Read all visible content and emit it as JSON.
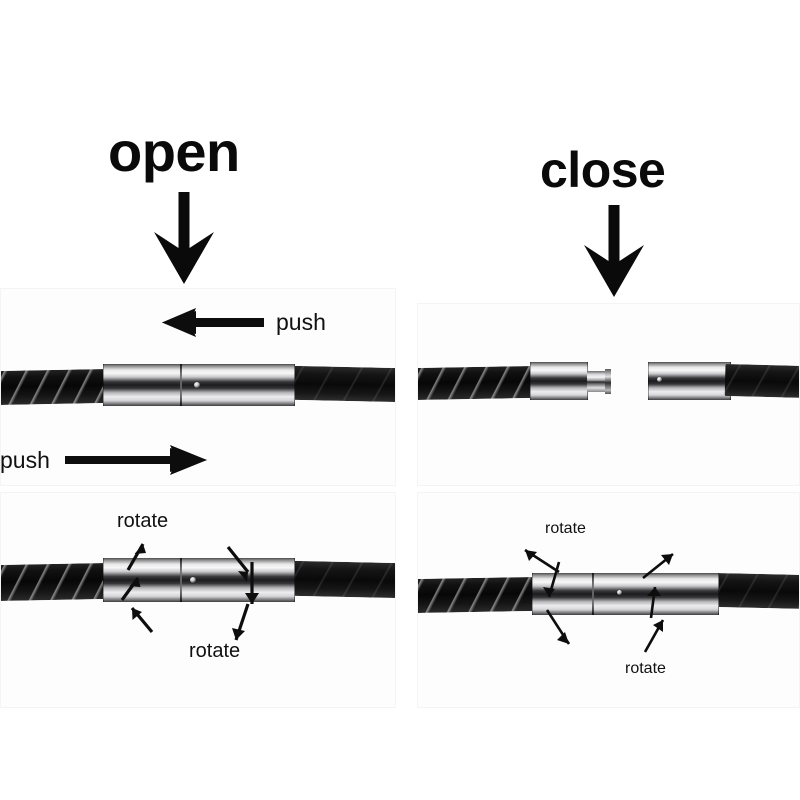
{
  "figure": {
    "title_open": "open",
    "title_close": "close",
    "background_color": "#ffffff",
    "text_color": "#111111",
    "cord_color": "#0a0a0a",
    "metal_color": "#e9e9ea"
  },
  "sections": {
    "open": {
      "heading": "open",
      "arrow_icon": "arrow-down-icon",
      "panels": [
        {
          "id": "open-push",
          "caption_top": "push",
          "caption_bottom": "push",
          "top_arrow_direction": "left",
          "bottom_arrow_direction": "right",
          "clasp_state": "joined"
        },
        {
          "id": "open-rotate",
          "caption_top": "rotate",
          "caption_bottom": "rotate",
          "top_arrow_direction": "up-left",
          "bottom_arrow_direction": "down-right",
          "clasp_state": "joined"
        }
      ]
    },
    "close": {
      "heading": "close",
      "arrow_icon": "arrow-down-icon",
      "panels": [
        {
          "id": "close-apart",
          "caption_top": "",
          "caption_bottom": "",
          "clasp_state": "separated"
        },
        {
          "id": "close-rotate",
          "caption_top": "rotate",
          "caption_bottom": "rotate",
          "top_arrow_direction": "down-left",
          "bottom_arrow_direction": "up-right",
          "clasp_state": "joined"
        }
      ]
    }
  },
  "labels": {
    "push_top_left": "push",
    "push_bottom_left": "push",
    "rotate_open_top": "rotate",
    "rotate_open_bottom": "rotate",
    "rotate_close_top": "rotate",
    "rotate_close_bottom": "rotate"
  }
}
